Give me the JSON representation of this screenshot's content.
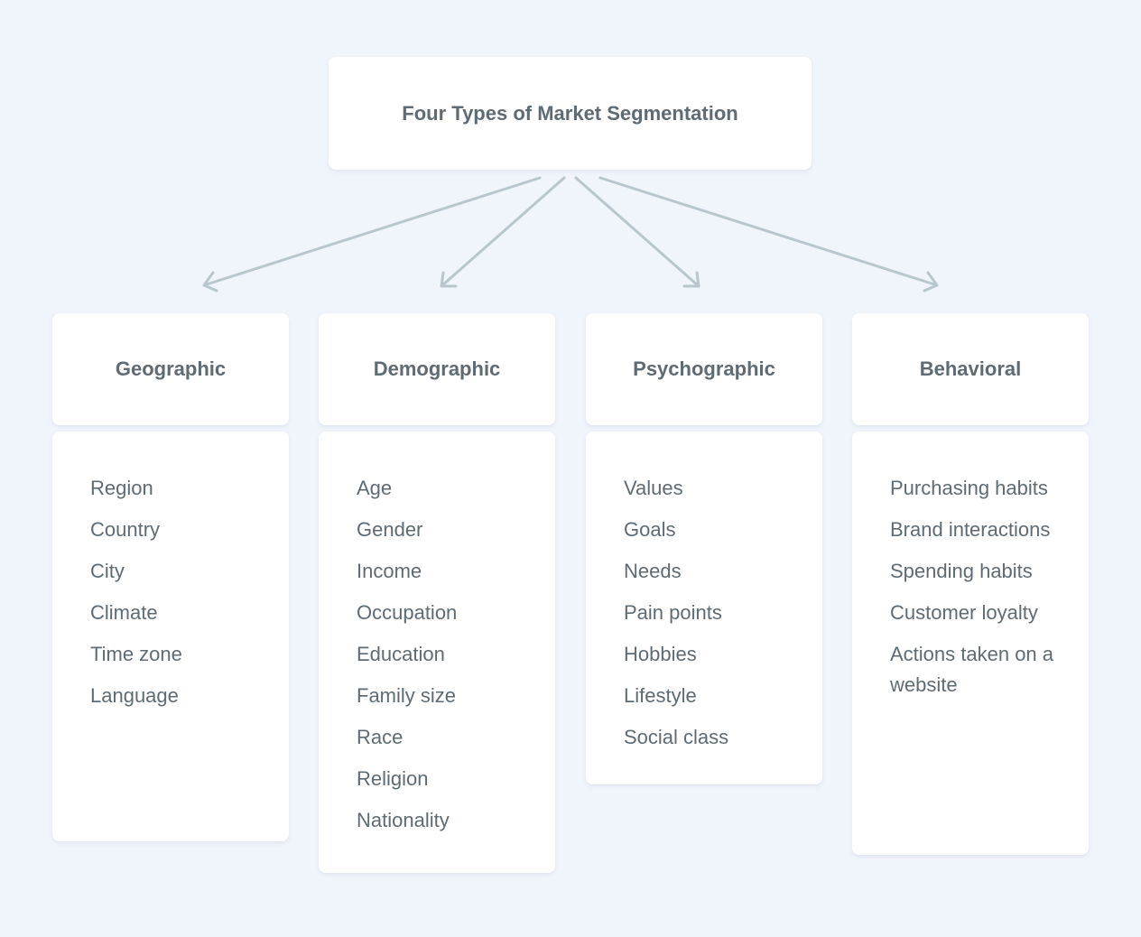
{
  "title": "Four Types of Market Segmentation",
  "categories": [
    {
      "name": "Geographic",
      "items": [
        "Region",
        "Country",
        "City",
        "Climate",
        "Time zone",
        "Language"
      ]
    },
    {
      "name": "Demographic",
      "items": [
        "Age",
        "Gender",
        "Income",
        "Occupation",
        "Education",
        "Family size",
        "Race",
        "Religion",
        "Nationality"
      ]
    },
    {
      "name": "Psychographic",
      "items": [
        "Values",
        "Goals",
        "Needs",
        "Pain points",
        "Hobbies",
        "Lifestyle",
        "Social class"
      ]
    },
    {
      "name": "Behavioral",
      "items": [
        "Purchasing habits",
        "Brand interactions",
        "Spending habits",
        "Customer loyalty",
        "Actions taken on a website"
      ]
    }
  ],
  "colors": {
    "background": "#f0f4fb",
    "card": "#ffffff",
    "text": "#5f6b73",
    "arrow": "#b9c6cd"
  }
}
